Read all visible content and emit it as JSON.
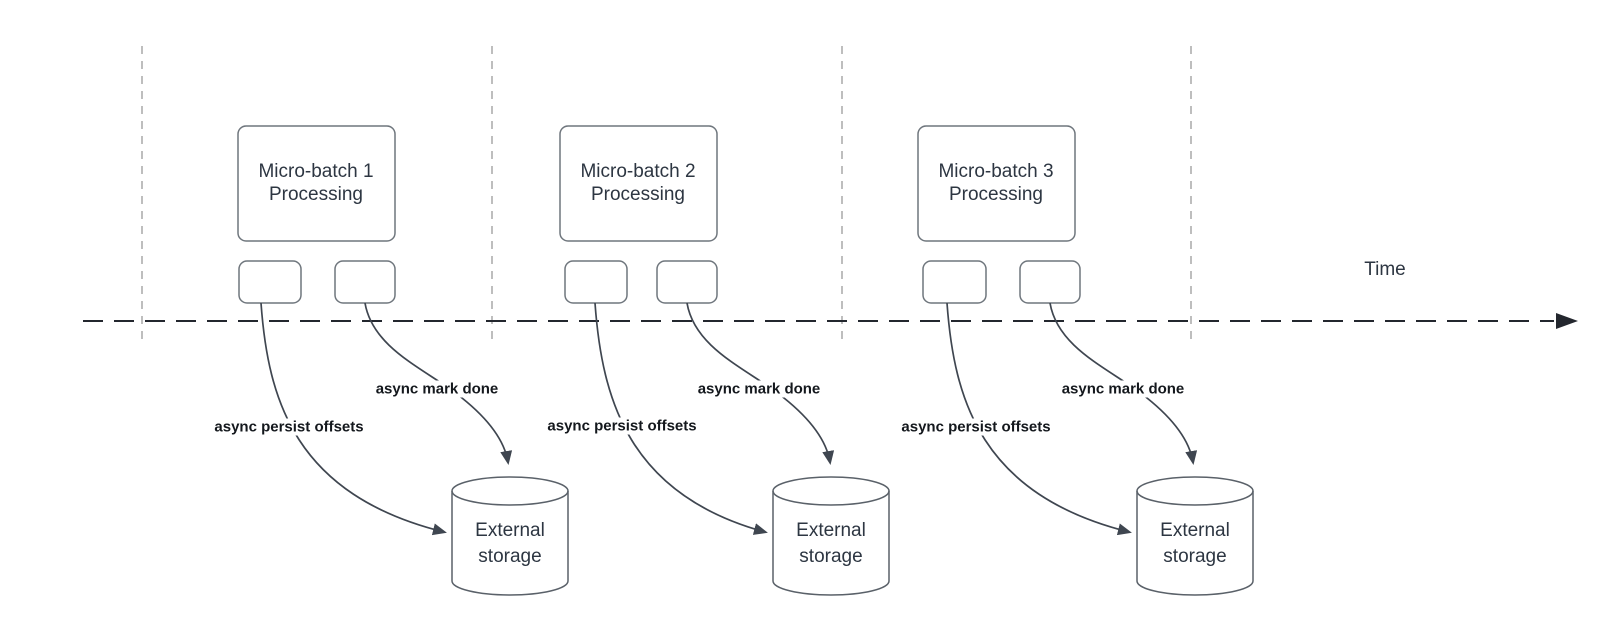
{
  "colors": {
    "background": "#ffffff",
    "shape_stroke": "#6f767d",
    "cylinder_stroke": "#5a6169",
    "arrow_stroke": "#3f4650",
    "timeline_stroke": "#23272e",
    "guide_stroke": "#a9a9a9",
    "box_text": "#2d3642",
    "label_text": "#14181d"
  },
  "timeline": {
    "label": "Time"
  },
  "clusters": [
    {
      "box_line1": "Micro-batch 1",
      "box_line2": "Processing",
      "persist_label": "async persist offsets",
      "done_label": "async mark done",
      "storage_line1": "External",
      "storage_line2": "storage"
    },
    {
      "box_line1": "Micro-batch 2",
      "box_line2": "Processing",
      "persist_label": "async persist offsets",
      "done_label": "async mark done",
      "storage_line1": "External",
      "storage_line2": "storage"
    },
    {
      "box_line1": "Micro-batch 3",
      "box_line2": "Processing",
      "persist_label": "async persist offsets",
      "done_label": "async mark done",
      "storage_line1": "External",
      "storage_line2": "storage"
    }
  ]
}
